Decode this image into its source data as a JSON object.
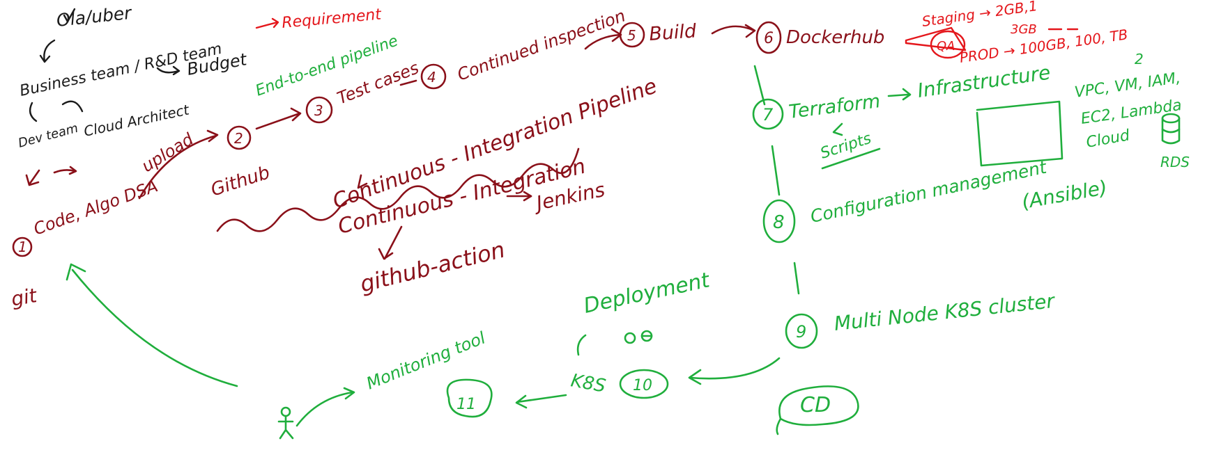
{
  "colors": {
    "black": "#1b1b1b",
    "red": "#e4161b",
    "maroon": "#8a1019",
    "green": "#1fae3c",
    "background": "#ffffff"
  },
  "top_left": {
    "client": "Ola/uber",
    "business_team": "Business team / R&D team",
    "requirement": "Requirement",
    "budget": "Budget",
    "dev_team": "Dev team",
    "cloud_architect": "Cloud Architect"
  },
  "steps": {
    "s1": {
      "num": "1",
      "label": "Code, Algo DSA",
      "tool": "git",
      "upload": "upload"
    },
    "s2": {
      "num": "2",
      "label": "Github"
    },
    "s3": {
      "num": "3",
      "label": "Test cases"
    },
    "s4": {
      "num": "4",
      "label": "Continued inspection"
    },
    "s5": {
      "num": "5",
      "label": "Build"
    },
    "s6": {
      "num": "6",
      "label": "Dockerhub"
    },
    "s7": {
      "num": "7",
      "label": "Terraform",
      "target": "Infrastructure",
      "scripts": "Scripts"
    },
    "s8": {
      "num": "8",
      "label": "Configuration management",
      "tool": "(Ansible)"
    },
    "s9": {
      "num": "9",
      "label": "Multi Node K8S cluster"
    },
    "s10": {
      "num": "10",
      "label": "K8S",
      "deployment": "Deployment"
    },
    "s11": {
      "num": "11",
      "tool": "Monitoring tool"
    }
  },
  "pipeline": {
    "e2e": "End-to-end pipeline",
    "ci_title": "Continuous - Integration Pipeline",
    "ci_short": "Continuous - Integration",
    "github_action": "github-action",
    "jenkins": "Jenkins"
  },
  "environments": {
    "qa": "QA",
    "staging": "Staging → 2GB,1",
    "staging2": "3GB",
    "prod": "PROD → 100GB, 100, TB",
    "infra_num": "2"
  },
  "infra": {
    "line1": "VPC, VM, IAM,",
    "line2": "EC2, Lambda",
    "line3": "Cloud",
    "rds": "RDS"
  },
  "cd_label": "CD"
}
